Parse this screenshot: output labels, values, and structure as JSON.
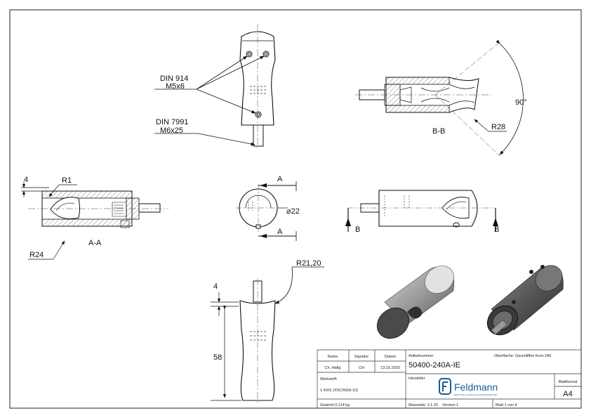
{
  "top_view": {
    "screw1_line1": "DIN 914",
    "screw1_line2": "M5x6",
    "screw2_line1": "DIN 7991",
    "screw2_line2": "M6x25"
  },
  "section_aa": {
    "dim_4": "4",
    "radius_r1": "R1",
    "radius_r24": "R24",
    "label": "A-A"
  },
  "end_view": {
    "cut_marker_top": "A",
    "cut_marker_bottom": "A",
    "diameter": "⌀22"
  },
  "section_bb": {
    "angle": "90°",
    "radius": "R28",
    "label": "B-B"
  },
  "side_view": {
    "cut_marker_left": "B",
    "cut_marker_right": "B"
  },
  "front_view": {
    "radius": "R21,20",
    "dim_4": "4",
    "dim_58": "58"
  },
  "title_block": {
    "h_name": "Name",
    "h_signatur": "Signatur",
    "h_datum": "Datum",
    "name": "Ch. Häfig",
    "signatur": "CH",
    "datum": "13.10.2020",
    "werkstoff_label": "Werkstoff:",
    "werkstoff": "1.4301 (X5CrNi18-10)",
    "gewicht": "Gewicht 0.114 kg",
    "artikel_label": "Artikelnummer",
    "artikel": "50400-240A-IE",
    "oberflaeche": "Oberfläche: Geschliffen Korn 240",
    "hersteller_label": "Hersteller",
    "logo_text": "Feldmann",
    "logo_tagline": "EDELSTAHL-HANDLAUF-SCHWEISSKUNST",
    "blattformat_label": "Blattformat",
    "blattformat": "A4",
    "massstab": "Massstab: 1:1.25",
    "version": "Version:1",
    "blatt": "Blatt 1 von 4"
  }
}
